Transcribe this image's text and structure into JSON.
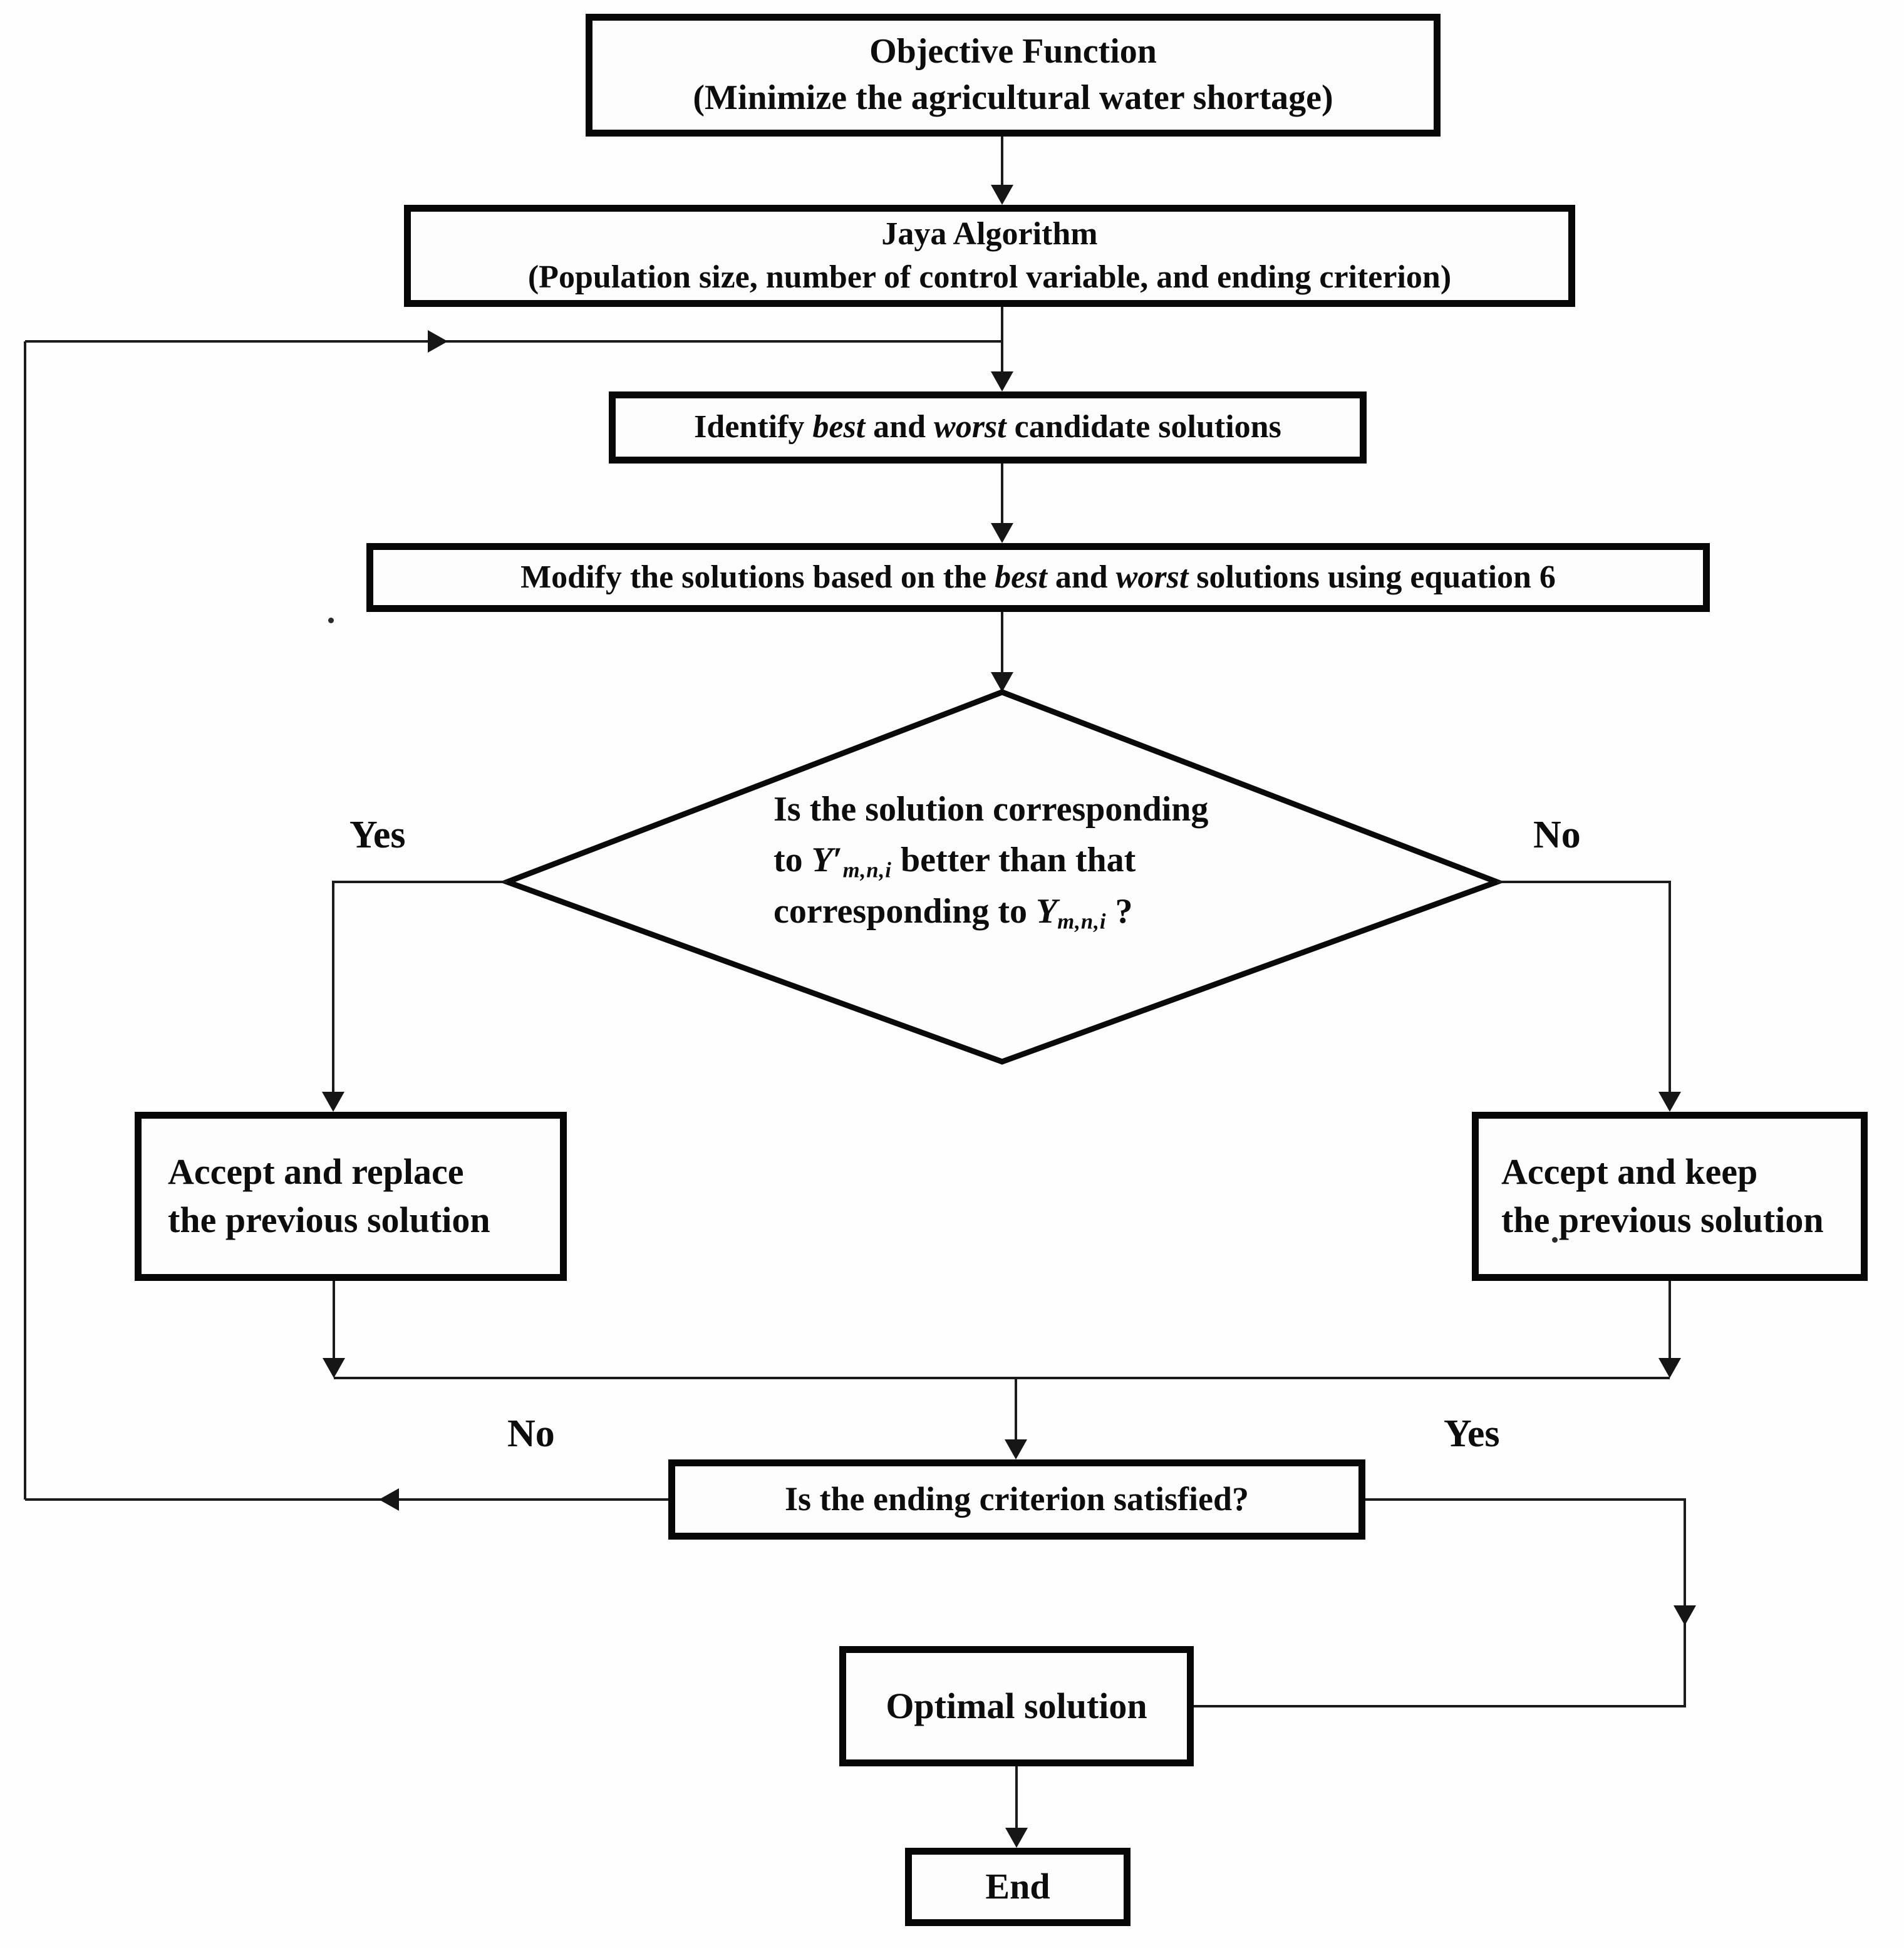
{
  "page": {
    "background": "#fefefe",
    "ink": "#0d0d0d",
    "line_color": "#1b1b1b"
  },
  "flowchart": {
    "nodes": {
      "objective": {
        "line1": "Objective Function",
        "line2": "(Minimize the agricultural water shortage)"
      },
      "jaya": {
        "line1": "Jaya Algorithm",
        "line2": "(Population size, number of control variable, and ending criterion)"
      },
      "identify": {
        "pre": "Identify ",
        "best": "best",
        "and": " and ",
        "worst": "worst",
        "post": " candidate solutions"
      },
      "modify": {
        "pre": "Modify the solutions based on the ",
        "best": "best",
        "and": " and ",
        "worst": "worst",
        "post": " solutions using equation 6"
      },
      "decision_solution": {
        "line1": "Is the solution corresponding",
        "line2_pre": "to ",
        "line2_y": "Y",
        "line2_prime": "′",
        "line2_sub": "m,n,i",
        "line2_post": " better than that",
        "line3_pre": "corresponding to ",
        "line3_y": "Y",
        "line3_sub": "m,n,i",
        "line3_post": " ?"
      },
      "accept_replace": {
        "line1": "Accept and replace",
        "line2": "the previous solution"
      },
      "accept_keep": {
        "line1": "Accept and keep",
        "line2": "the previous solution"
      },
      "decision_ending": {
        "label": "Is the ending criterion satisfied?"
      },
      "optimal": {
        "label": "Optimal solution"
      },
      "end": {
        "label": "End"
      }
    },
    "edge_labels": {
      "solution_yes": "Yes",
      "solution_no": "No",
      "ending_no": "No",
      "ending_yes": "Yes"
    }
  }
}
